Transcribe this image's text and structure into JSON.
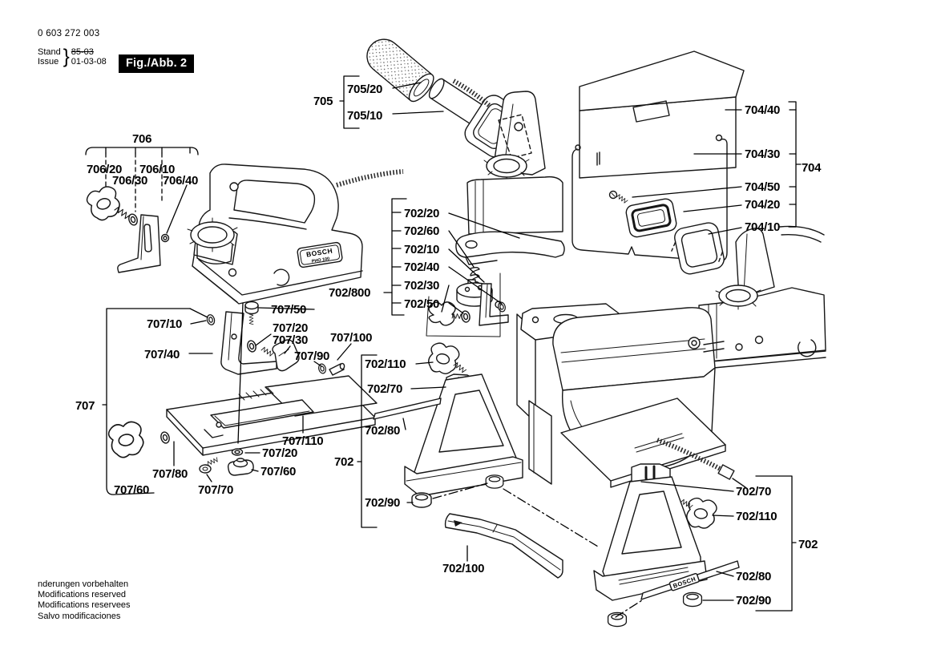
{
  "header": {
    "part_number": "0 603 272 003",
    "stand_label": "Stand",
    "issue_label": "Issue",
    "brace": "}",
    "stand_value_old": "85-03",
    "issue_value": "01-03-08",
    "figure_badge": "Fig./Abb. 2"
  },
  "branding": {
    "plate_brand": "BOSCH",
    "plate_model": "PHO 100",
    "strip_brand": "BOSCH"
  },
  "callouts": {
    "g705": "705",
    "g706": "706",
    "g707": "707",
    "g704": "704",
    "g702": "702",
    "g702_800": "702/800",
    "p705_10": "705/10",
    "p705_20": "705/20",
    "p706_10": "706/10",
    "p706_20": "706/20",
    "p706_30": "706/30",
    "p706_40": "706/40",
    "p702_10": "702/10",
    "p702_20": "702/20",
    "p702_30": "702/30",
    "p702_40": "702/40",
    "p702_50": "702/50",
    "p702_60": "702/60",
    "p702_70": "702/70",
    "p702_80": "702/80",
    "p702_90": "702/90",
    "p702_100": "702/100",
    "p702_110": "702/110",
    "p704_10": "704/10",
    "p704_20": "704/20",
    "p704_30": "704/30",
    "p704_40": "704/40",
    "p704_50": "704/50",
    "p707_10": "707/10",
    "p707_20": "707/20",
    "p707_30": "707/30",
    "p707_40": "707/40",
    "p707_50": "707/50",
    "p707_60": "707/60",
    "p707_70": "707/70",
    "p707_80": "707/80",
    "p707_90": "707/90",
    "p707_100": "707/100",
    "p707_110": "707/110"
  },
  "footer": {
    "line1": "nderungen vorbehalten",
    "line2": "Modifications reserved",
    "line3": "Modifications reservees",
    "line4": "Salvo modificaciones"
  }
}
